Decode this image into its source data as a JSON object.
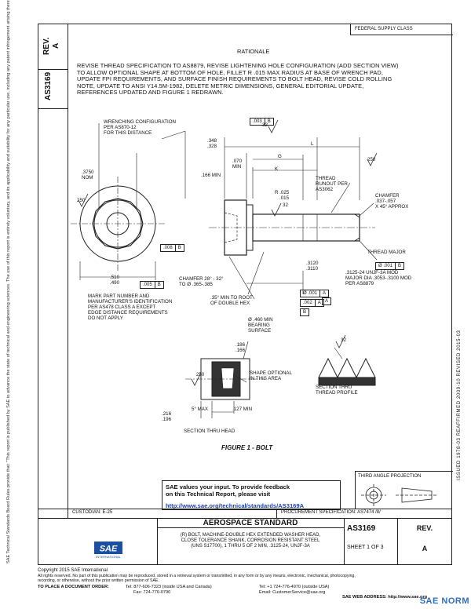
{
  "header": {
    "stamp": "FEDERAL SUPPLY CLASS",
    "rev_label": "REV.",
    "rev_value": "A",
    "doc_number": "AS3169"
  },
  "left_margin": {
    "note": "SAE Technical Standards Board Rules provide that: \"This report is published by SAE to advance the state of technical and engineering sciences. The use of this report is entirely voluntary, and its applicability and suitability for any particular use, including any patent infringement arising therefrom, is the sole responsibility of the user.\" SAE reviews each technical report at least every five years at which time it may be revised, reaffirmed, stabilized, or cancelled. SAE invites your written comments and suggestions."
  },
  "right_margin": {
    "history": "ISSUED 1978-03    REAFFIRMED 2009-10    REVISED 2015-03"
  },
  "rationale": {
    "title": "RATIONALE",
    "lines": [
      "REVISE THREAD SPECIFICATION TO AS8879, REVISE LIGHTENING HOLE CONFIGURATION (ADD SECTION VIEW)",
      "TO ALLOW OPTIONAL SHAPE AT BOTTOM OF HOLE, FILLET R .015 MAX RADIUS AT BASE OF WRENCH PAD,",
      "UPDATE FPI REQUIREMENTS, AND SURFACE FINISH REQUIREMENTS TO BOLT HEAD, REVISE COLD ROLLING",
      "NOTE, UPDATE TO ANSI Y14.5M-1982, DELETE METRIC DIMENSIONS, GENERAL EDITORIAL UPDATE,",
      "REFERENCES UPDATED AND FIGURE 1 REDRAWN."
    ]
  },
  "drawing": {
    "wrenching": [
      "WRENCHING CONFIGURATION",
      "PER AS870-12",
      "FOR THIS DISTANCE"
    ],
    "dim_348": ".348",
    "dim_328": ".328",
    "dim_3750": ".3750",
    "nom": "NOM",
    "dim_166": ".166 MIN",
    "dim_070": ".070",
    "min": "MIN",
    "G": "G",
    "K": "K",
    "L": "L",
    "fcf_top": [
      ".003",
      "B"
    ],
    "finish_32": "32",
    "finish_250": "250",
    "thread_runout": [
      "THREAD",
      "RUNOUT PER",
      "AS3062"
    ],
    "R": "R",
    "dim_025": ".025",
    "dim_015": ".015",
    "chamfer_right": [
      "CHAMFER",
      ".037-.057",
      "X 45° APPROX"
    ],
    "fcf_008": [
      ".008",
      "B"
    ],
    "thread_major": "THREAD MAJOR",
    "fcf_thread": [
      "Ø .001",
      "B"
    ],
    "dim_510": ".510",
    "dim_490": ".490",
    "fcf_005": [
      ".005",
      "B"
    ],
    "dim_3120": ".3120",
    "dim_3110": ".3110",
    "thread_spec": [
      ".3125-24 UNJF-3A MOD",
      "MAJOR DIA .3053-.3100 MOD",
      "PER AS8879"
    ],
    "chamfer_left": [
      "CHAMFER 28° - 32°",
      "TO Ø .365-.385"
    ],
    "fcf_0011": [
      "Ø .001",
      "A"
    ],
    "fcf_002": [
      ".002",
      "A"
    ],
    "datum_B": "B",
    "datum_A": "A",
    "mark_part": [
      "MARK PART NUMBER AND",
      "MANUFACTURER'S IDENTIFICATION",
      "PER AS478 CLASS A EXCEPT",
      "EDGE DISTANCE REQUIREMENTS",
      "DO NOT APPLY"
    ],
    "min_root": [
      ".35° MIN TO ROOT",
      "OF DOUBLE HEX"
    ],
    "bearing": [
      "Ø .460 MIN",
      "BEARING",
      "SURFACE"
    ],
    "dim_186": ".186",
    "dim_166b": ".166",
    "shape_optional": [
      "SHAPE OPTIONAL",
      "IN THIS AREA"
    ],
    "five_max": "5° MAX",
    "dim_127": ".127 MIN",
    "dim_216": ".216",
    "dim_196": ".196",
    "section_head": "SECTION THRU HEAD",
    "section_thread": [
      "SECTION THRU",
      "THREAD PROFILE"
    ],
    "figure_title": "FIGURE 1 - BOLT"
  },
  "feedback": {
    "line1": "SAE values your input. To provide feedback",
    "line2": "on this Technical Report, please visit",
    "url": "http://www.sae.org/technical/standards/AS3169A"
  },
  "projection_label": "THIRD ANGLE PROJECTION",
  "title_block": {
    "custodian": "CUSTODIAN: E-25",
    "procurement": "PROCUREMENT SPECIFICATION: AS7474 /8/",
    "standard": "AEROSPACE STANDARD",
    "description": [
      "(R) BOLT, MACHINE-DOUBLE HEX EXTENDED WASHER HEAD,",
      "CLOSE TOLERANCE SHANK, CORROSION RESISTANT STEEL",
      "(UNS S17700), 1 THRU 5 OF 2 MIN, .3125-24, UNJF-3A"
    ],
    "doc_number": "AS3169",
    "sheet": "SHEET 1 OF 3",
    "rev_label": "REV.",
    "rev_value": "A"
  },
  "footer": {
    "copyright": "Copyright 2015 SAE International",
    "rights": "All rights reserved. No part of this publication may be reproduced, stored in a retrieval system or transmitted, in any form or by any means, electronic, mechanical, photocopying,",
    "rights2": "recording, or otherwise, without the prior written permission of SAE.",
    "order": "TO PLACE A DOCUMENT ORDER:",
    "tel1": "Tel: 877-606-7323 (inside USA and Canada)",
    "tel2": "Tel: +1 724-776-4970 (outside USA)",
    "fax": "Fax: 724-776-0790",
    "email": "Email: CustomerService@sae.org",
    "web": "SAE WEB ADDRESS: http://www.sae.org"
  },
  "sae_logo_text": "SAE",
  "sae_logo_sub": "INTERNATIONAL",
  "watermark": "SAE NORM",
  "colors": {
    "link": "#1a3fb0",
    "watermark": "#2f6fc0"
  }
}
